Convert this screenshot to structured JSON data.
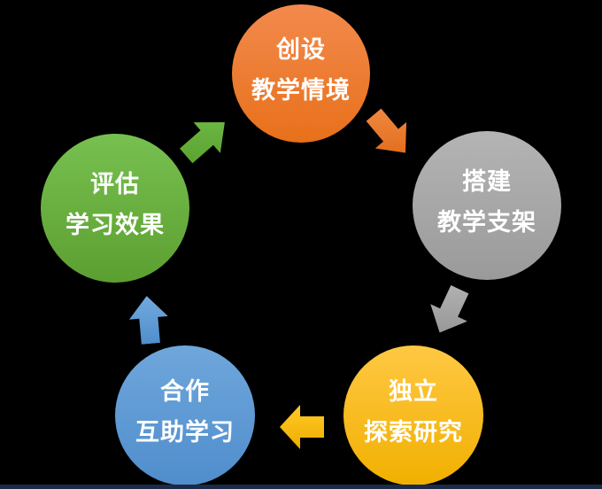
{
  "diagram": {
    "type": "cycle",
    "direction": "clockwise",
    "background_color": "#000000",
    "text_color": "#FFFFFF",
    "bottom_edge_color": "#1B2A45",
    "nodes": [
      {
        "id": "create-teaching-context",
        "line1": "创设",
        "line2": "教学情境",
        "color_top": "#F28A4D",
        "color_bottom": "#E8701A"
      },
      {
        "id": "build-teaching-scaffold",
        "line1": "搭建",
        "line2": "教学支架",
        "color_top": "#B4B4B4",
        "color_bottom": "#9A9A9A"
      },
      {
        "id": "independent-exploration-research",
        "line1": "独立",
        "line2": "探索研究",
        "color_top": "#FFC844",
        "color_bottom": "#F1B000"
      },
      {
        "id": "cooperative-mutual-learning",
        "line1": "合作",
        "line2": "互助学习",
        "color_top": "#6FA7DB",
        "color_bottom": "#4F8DCC"
      },
      {
        "id": "evaluate-learning-outcomes",
        "line1": "评估",
        "line2": "学习效果",
        "color_top": "#77C050",
        "color_bottom": "#5C9F31"
      }
    ],
    "arrows": [
      {
        "from": "create-teaching-context",
        "to": "build-teaching-scaffold",
        "direction": "down-right",
        "color_top": "#F18B45",
        "color_bottom": "#E06814"
      },
      {
        "from": "build-teaching-scaffold",
        "to": "independent-exploration-research",
        "direction": "down-left",
        "color_top": "#B3B3B3",
        "color_bottom": "#949494"
      },
      {
        "from": "independent-exploration-research",
        "to": "cooperative-mutual-learning",
        "direction": "left",
        "color_top": "#FFC828",
        "color_bottom": "#EFAE00"
      },
      {
        "from": "cooperative-mutual-learning",
        "to": "evaluate-learning-outcomes",
        "direction": "up",
        "color_top": "#74ABDE",
        "color_bottom": "#4F8DCC"
      },
      {
        "from": "evaluate-learning-outcomes",
        "to": "create-teaching-context",
        "direction": "up-right",
        "color_top": "#74BC4B",
        "color_bottom": "#57A02D"
      }
    ]
  }
}
